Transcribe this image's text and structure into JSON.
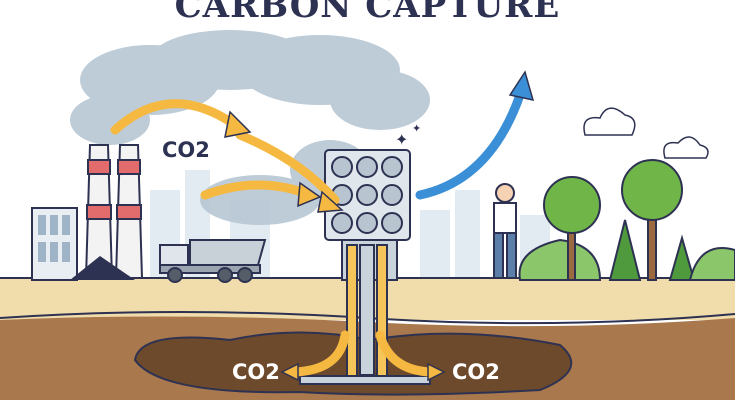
{
  "title": "CARBON CAPTURE",
  "labels": {
    "air_co2": "CO2",
    "underground_left_co2": "CO2",
    "underground_right_co2": "CO2"
  },
  "colors": {
    "title": "#2e3252",
    "arrow_in": "#f5b942",
    "arrow_out": "#3a8fd6",
    "sand": "#f1dcab",
    "soil": "#a9784c",
    "cavity": "#6e4a2c",
    "smoke": "#aebfcd",
    "trees": "#6fb548"
  }
}
